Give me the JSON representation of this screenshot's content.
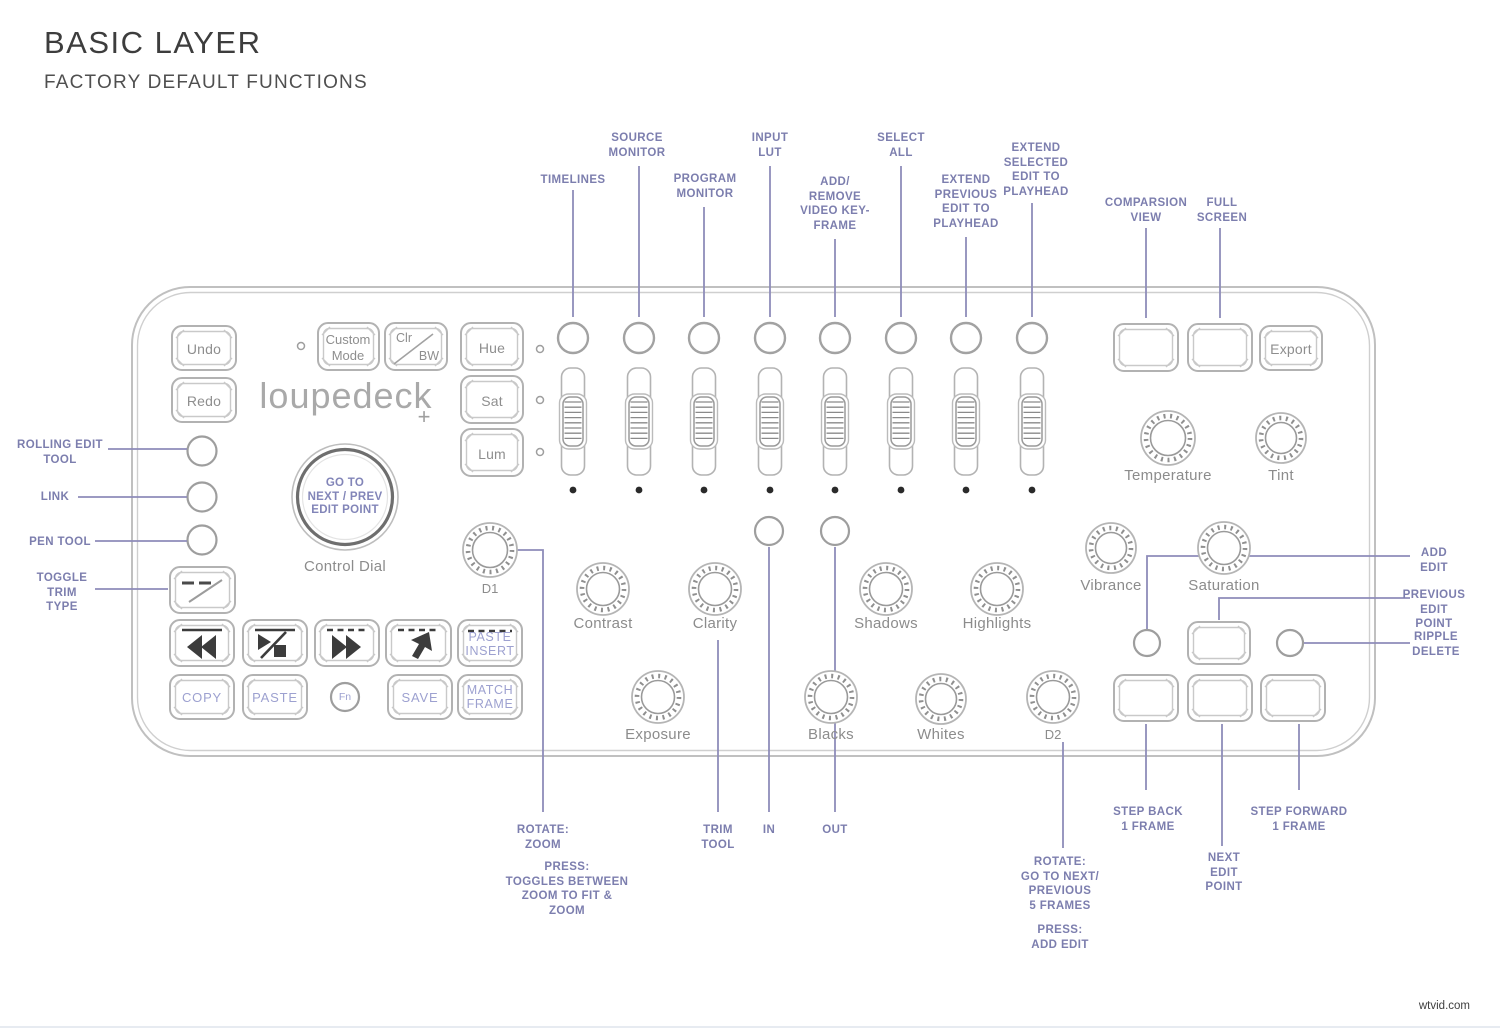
{
  "header": {
    "title": "BASIC LAYER",
    "subtitle": "FACTORY DEFAULT FUNCTIONS"
  },
  "watermark": "wtvid.com",
  "colors": {
    "callout_text": "#7c7eae",
    "callout_line": "#8e8cba",
    "device_outline_gray": "#c0c0c0",
    "key_label_gray": "#8e8e8e",
    "key_label_lavender": "#9da1d0",
    "icon_black": "#3c3c3c"
  },
  "icons": {
    "rewind": "double-left-triangles",
    "play_stop": "play-slash-stop",
    "fast_forward": "double-right-triangles",
    "cursor": "pointer-arrow",
    "toggle_trim": "dashes-and-slash",
    "clr_bw": "diagonal-slash"
  },
  "callouts": {
    "timelines": "TIMELINES",
    "source_monitor": "SOURCE\nMONITOR",
    "program_monitor": "PROGRAM\nMONITOR",
    "input_lut": "INPUT\nLUT",
    "add_remove_video_keyframe": "ADD/\nREMOVE\nVIDEO KEY-\nFRAME",
    "select_all": "SELECT\nALL",
    "extend_previous_edit_to_playhead": "EXTEND\nPREVIOUS\nEDIT TO\nPLAYHEAD",
    "extend_selected_edit_to_playhead": "EXTEND\nSELECTED\nEDIT TO\nPLAYHEAD",
    "comparsion_view": "COMPARSION\nVIEW",
    "full_screen": "FULL\nSCREEN",
    "rolling_edit_tool": "ROLLING EDIT\nTOOL",
    "link": "LINK",
    "pen_tool": "PEN TOOL",
    "toggle_trim_type": "TOGGLE\nTRIM\nTYPE",
    "add_edit": "ADD\nEDIT",
    "previous_edit_point": "PREVIOUS\nEDIT POINT",
    "ripple_delete": "RIPPLE\nDELETE",
    "rotate_zoom": "ROTATE:\nZOOM",
    "press_toggles_zoom": "PRESS:\nTOGGLES  BETWEEN\nZOOM TO FIT &\nZOOM",
    "trim_tool": "TRIM\nTOOL",
    "in": "IN",
    "out": "OUT",
    "rotate_5_frames": "ROTATE:\nGO TO NEXT/\nPREVIOUS\n5 FRAMES",
    "press_add_edit": "PRESS:\nADD EDIT",
    "step_back_1_frame": "STEP BACK\n1 FRAME",
    "next_edit_point": "NEXT\nEDIT\nPOINT",
    "step_forward_1_frame": "STEP FORWARD\n1 FRAME"
  },
  "device": {
    "brand": "loupedeck",
    "brand_plus": "+",
    "buttons": {
      "undo": "Undo",
      "redo": "Redo",
      "custom_mode": "Custom\nMode",
      "clr": "Clr",
      "bw": "BW",
      "hue": "Hue",
      "sat": "Sat",
      "lum": "Lum",
      "export": "Export",
      "paste_insert": "PASTE\nINSERT",
      "copy": "COPY",
      "paste": "PASTE",
      "fn": "Fn",
      "save": "SAVE",
      "match_frame": "MATCH\nFRAME"
    },
    "dial": {
      "label": "GO TO\nNEXT / PREV\nEDIT POINT",
      "caption": "Control Dial"
    },
    "knobs": {
      "d1": "D1",
      "contrast": "Contrast",
      "clarity": "Clarity",
      "shadows": "Shadows",
      "highlights": "Highlights",
      "exposure": "Exposure",
      "blacks": "Blacks",
      "whites": "Whites",
      "d2": "D2",
      "temperature": "Temperature",
      "tint": "Tint",
      "vibrance": "Vibrance",
      "saturation": "Saturation"
    }
  }
}
